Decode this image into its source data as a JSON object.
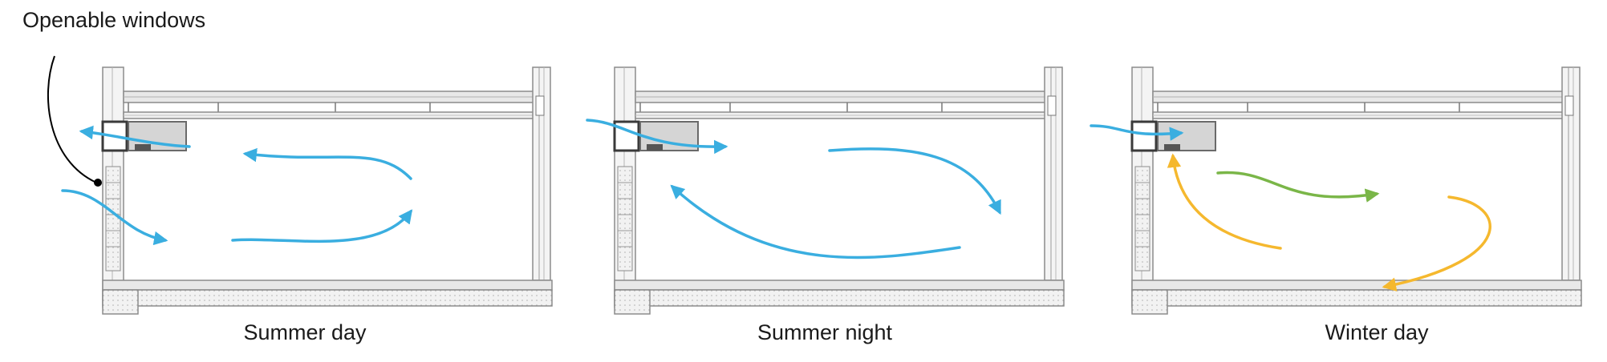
{
  "callout": {
    "label": "Openable windows"
  },
  "panels": [
    {
      "caption": "Summer day"
    },
    {
      "caption": "Summer night"
    },
    {
      "caption": "Winter day"
    }
  ],
  "colors": {
    "cool_air": "#3aaee0",
    "warm_air": "#f5b82e",
    "fresh_air": "#7ab648",
    "wall_line": "#8c8c8c",
    "wall_fill": "#e8e8e8",
    "callout_line": "#000000"
  }
}
